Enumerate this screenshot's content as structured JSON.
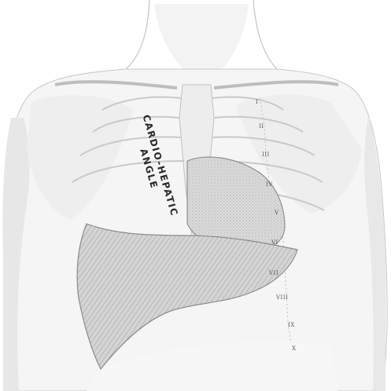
{
  "figure": {
    "annotation_line1": "CARDIO-HEPATIC",
    "annotation_line2": "ANGLE",
    "rib_labels": [
      "I",
      "II",
      "III",
      "IV",
      "V",
      "VI",
      "VII",
      "VIII",
      "IX",
      "X"
    ],
    "colors": {
      "ink": "#2a2a2a",
      "shade": "#b9b9b9",
      "liver_fill": "#d4d4d4",
      "heart_fill": "#dcdcdc",
      "paper": "#ffffff"
    }
  }
}
